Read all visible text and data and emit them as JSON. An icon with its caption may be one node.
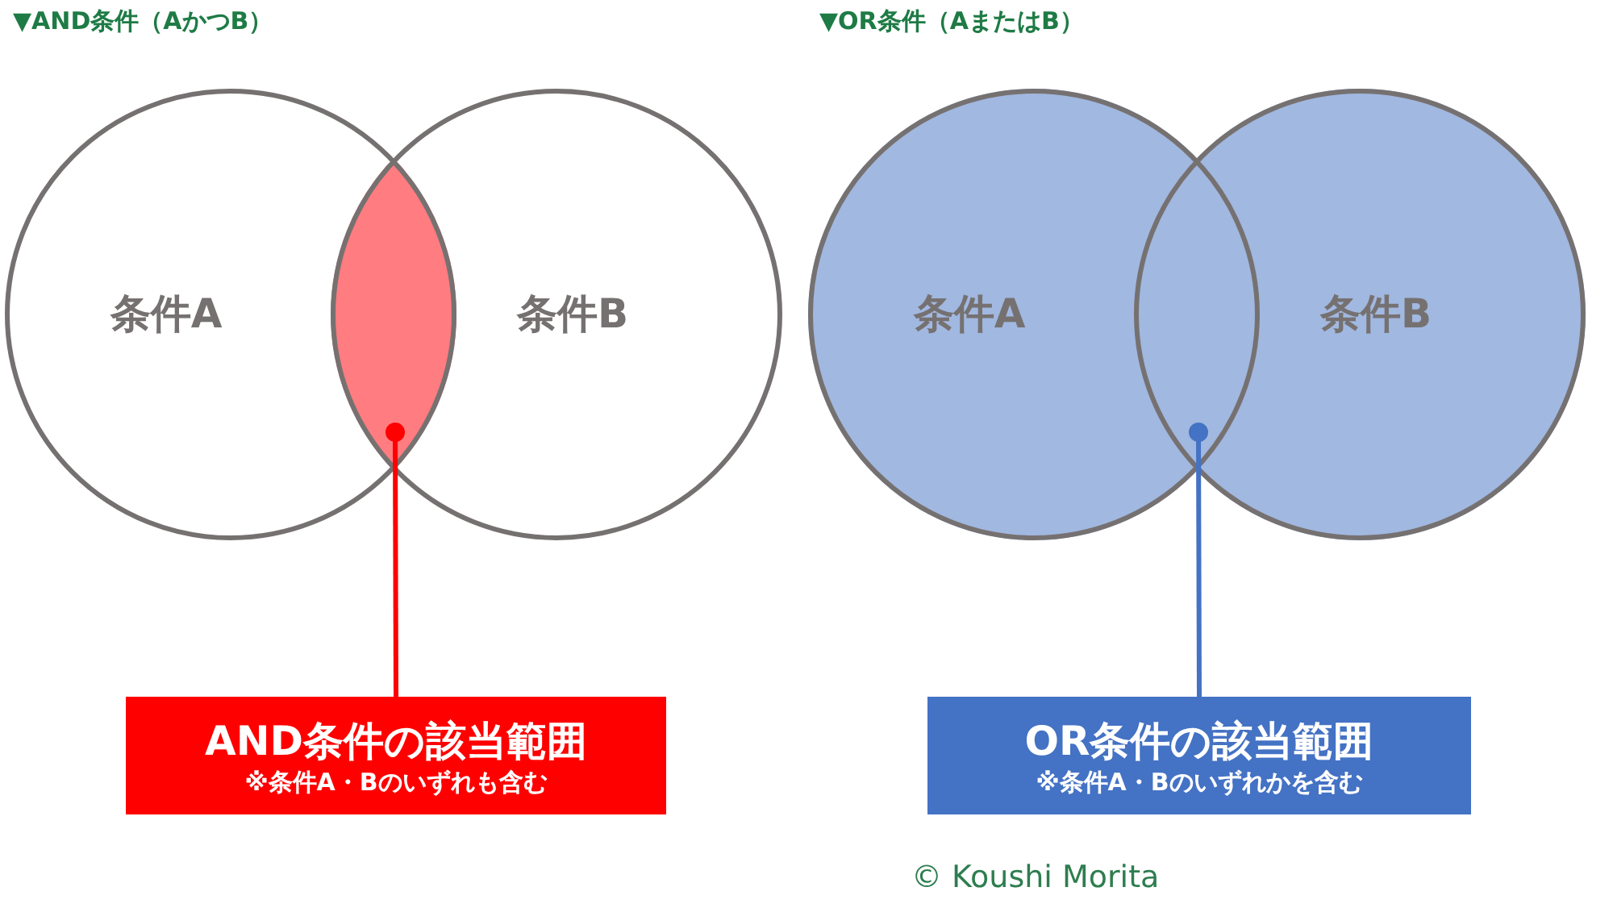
{
  "diagram": {
    "nodes": [
      {
        "text": [
          "条件A"
        ]
      },
      {
        "text": [
          "条件B"
        ]
      },
      {
        "text": [],
        "shape": "lens"
      },
      {
        "text": [
          "AND条件の該当範囲",
          "※条件A・Bのいずれも含む"
        ]
      },
      {
        "text": [
          "条件A"
        ]
      },
      {
        "text": [
          "条件B"
        ]
      },
      {
        "text": [
          "OR条件の該当範囲",
          "※条件A・Bのいずれかを含む"
        ]
      }
    ],
    "edges": [
      {
        "from": 3,
        "to": 2,
        "arrow": "other",
        "color": "#ff0000"
      },
      {
        "from": 6,
        "to": 4,
        "arrow": "other",
        "color": "#4472c4"
      }
    ],
    "labels": [
      "▼AND条件（AかつB）",
      "▼OR条件（AまたはB）",
      "© Koushi Morita"
    ]
  }
}
